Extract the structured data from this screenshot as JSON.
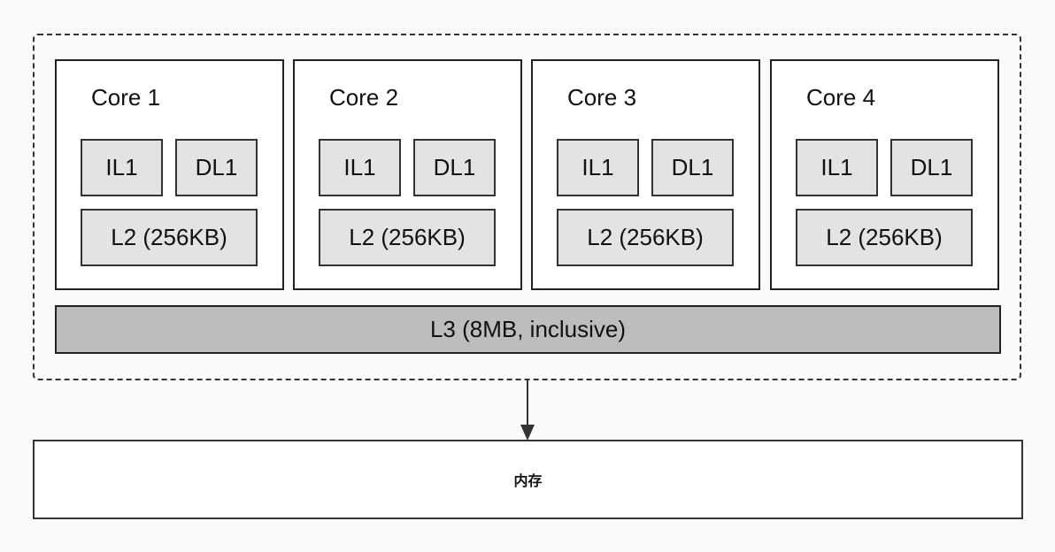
{
  "cores": [
    {
      "title": "Core 1",
      "il1": "IL1",
      "dl1": "DL1",
      "l2": "L2 (256KB)"
    },
    {
      "title": "Core 2",
      "il1": "IL1",
      "dl1": "DL1",
      "l2": "L2 (256KB)"
    },
    {
      "title": "Core 3",
      "il1": "IL1",
      "dl1": "DL1",
      "l2": "L2 (256KB)"
    },
    {
      "title": "Core 4",
      "il1": "IL1",
      "dl1": "DL1",
      "l2": "L2 (256KB)"
    }
  ],
  "l3": "L3 (8MB, inclusive)",
  "memory": "内存",
  "colors": {
    "cache_fill": "#e3e3e3",
    "l3_fill": "#bdbdbd",
    "border": "#222222"
  }
}
